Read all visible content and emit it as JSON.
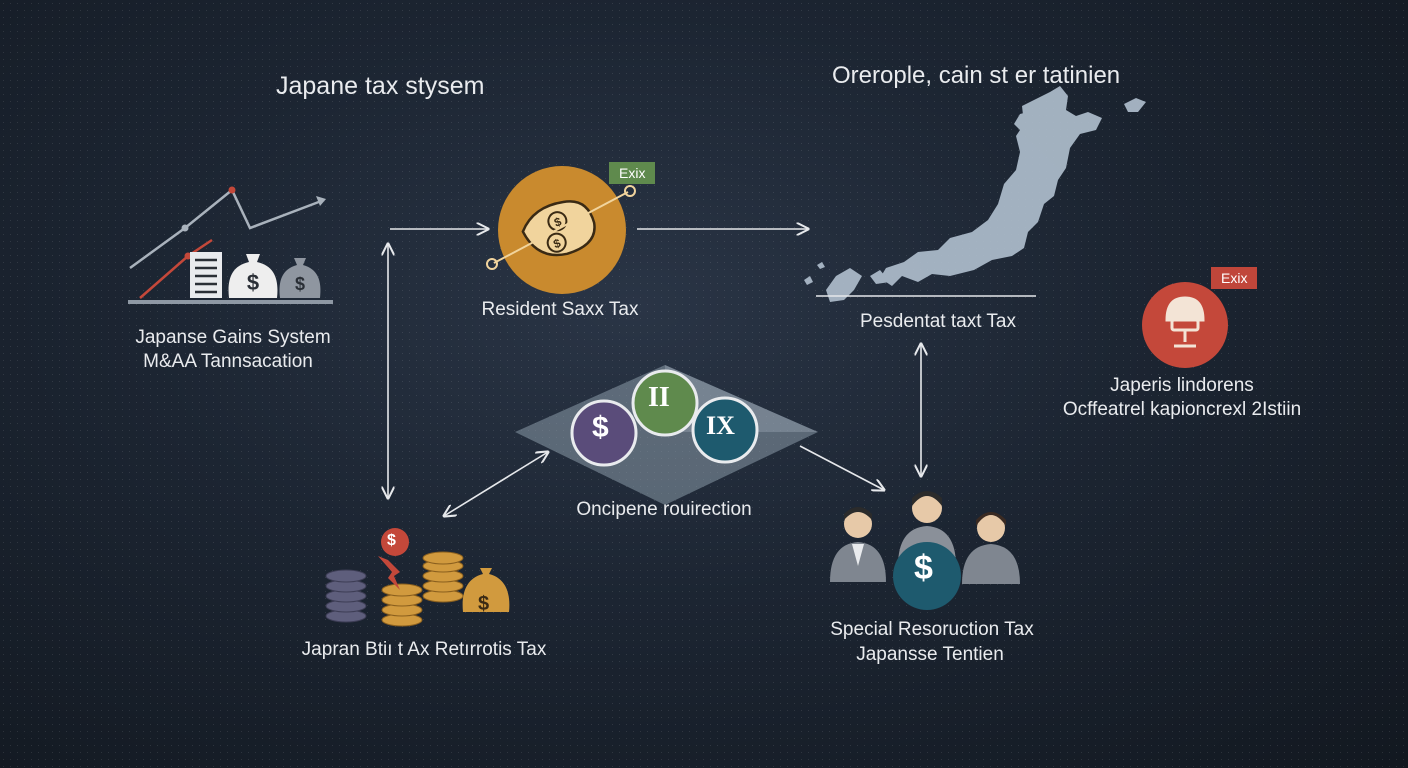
{
  "titles": {
    "left": "Japane tax stysem",
    "right": "Orerople, cain st er tatinien"
  },
  "nodes": {
    "gains": {
      "line1": "Japanse Gains System",
      "line2": "M&AA Tannsacation"
    },
    "resident_sax": {
      "label": "Resident Saxx Tax",
      "tag": "Exix"
    },
    "map": {
      "label": "Pesdentat taxt Tax"
    },
    "center": {
      "label": "Oncipene rouirection",
      "badge_dollar": "$",
      "badge_2": "II",
      "badge_9": "IX"
    },
    "bottom_left": {
      "label": "Japran Btiı t Ax Retırrotis Tax",
      "badge_dollar": "$"
    },
    "people": {
      "line1": "Special Resoruction Tax",
      "line2": "Japansse Tentien",
      "badge_dollar": "$"
    },
    "right": {
      "line1": "Japeris lindorens",
      "line2": "Ocffeatrel kapioncrexl 2Istiin",
      "tag": "Exix"
    }
  },
  "icons": {
    "chart": "line-chart-icon",
    "document": "document-icon",
    "money_bag": "money-bag-icon",
    "coins": "coin-stack-icon",
    "map": "japan-map-icon",
    "lamp": "lamp-icon",
    "person": "person-icon"
  },
  "colors": {
    "background": "#1c2532",
    "orange": "#c98a2e",
    "red": "#c4483a",
    "teal": "#1e5a6e",
    "green": "#5f8a4d",
    "purple": "#5a4c7a",
    "tag_green": "#5f8a4d",
    "tag_red": "#c0463a",
    "map": "#aebdcc"
  }
}
